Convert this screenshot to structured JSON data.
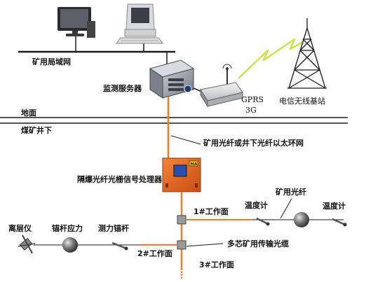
{
  "labels": {
    "mine_lan": "矿用局域网",
    "monitor_server": "监测服务器",
    "gprs": "GPRS",
    "gprs_3g": "3G",
    "telecom_station": "电信无线基站",
    "ground": "地面",
    "underground": "煤矿井下",
    "fiber_network": "矿用光纤或井下光纤以太环网",
    "processor": "隔爆光纤光栅信号处理器",
    "work_face_1": "1#工作面",
    "work_face_2": "2#工作面",
    "work_face_3": "3#工作面",
    "mine_fiber": "矿用光纤",
    "thermometer_1": "温度计",
    "thermometer_2": "温度计",
    "separation_meter": "离层仪",
    "bolt_stress": "锚杆应力",
    "dynamometric_bolt": "测力锚杆",
    "multicore_cable": "多芯矿用传输光缆",
    "box_badge": "MA"
  },
  "colors": {
    "fiber_orange": "#f07a2a",
    "box_orange": "#e8601c",
    "dark_line": "#1a1a1a",
    "lightning": "#d6e84a",
    "screen_blue": "#2b4fb0"
  }
}
